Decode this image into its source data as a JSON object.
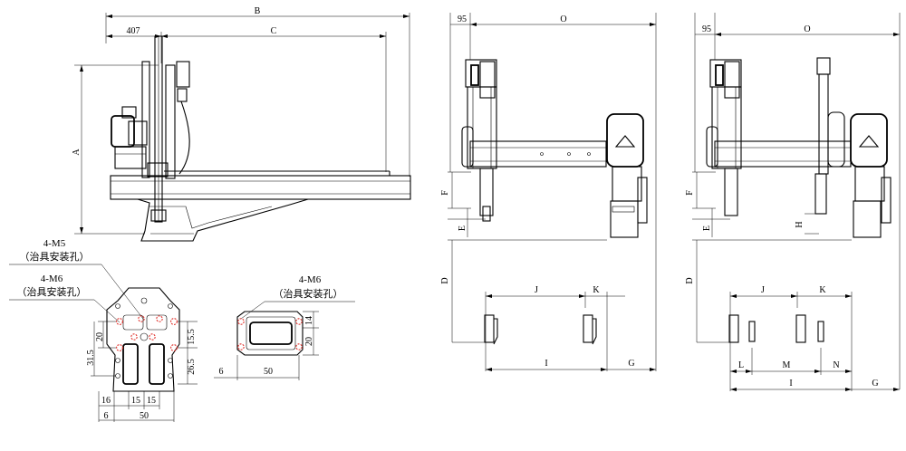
{
  "side_view": {
    "dims": {
      "B": "B",
      "offset_407": "407",
      "C": "C",
      "A": "A"
    }
  },
  "front_view_1": {
    "dims": {
      "n95": "95",
      "O": "O",
      "F": "F",
      "E": "E",
      "D": "D",
      "J": "J",
      "K": "K",
      "I": "I",
      "G": "G"
    }
  },
  "front_view_2": {
    "dims": {
      "n95": "95",
      "O": "O",
      "F": "F",
      "E": "E",
      "H": "H",
      "D": "D",
      "J": "J",
      "K": "K",
      "L": "L",
      "M": "M",
      "N": "N",
      "I": "I",
      "G": "G"
    }
  },
  "plate_large": {
    "notes": {
      "m5_count": "4-M5",
      "m5_label": "（治具安装孔）",
      "m6_count": "4-M6",
      "m6_label": "（治具安装孔）"
    },
    "dims": {
      "d20": "20",
      "d31_5": "31.5",
      "d15_5": "15.5",
      "d26_5": "26.5",
      "d16": "16",
      "d15a": "15",
      "d15b": "15",
      "d6": "6",
      "d50": "50"
    }
  },
  "plate_small": {
    "notes": {
      "m6_count": "4-M6",
      "m6_label": "（治具安装孔）"
    },
    "dims": {
      "d14": "14",
      "d20": "20",
      "d6": "6",
      "d50": "50"
    }
  }
}
